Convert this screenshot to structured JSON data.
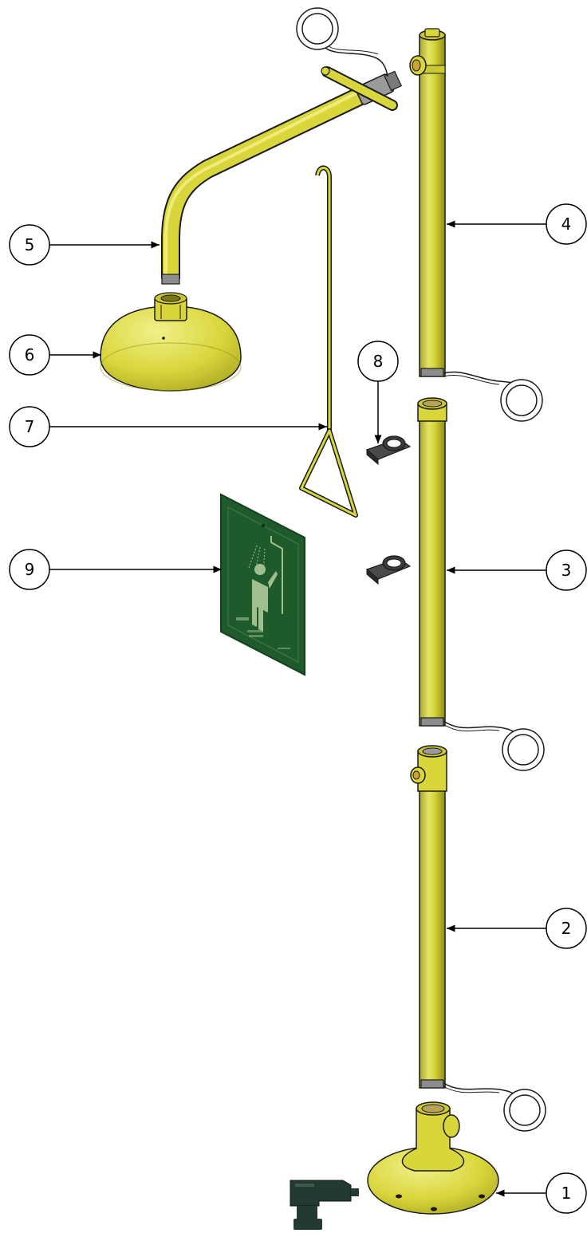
{
  "diagram": {
    "callouts": [
      {
        "id": "1",
        "label": "1"
      },
      {
        "id": "2",
        "label": "2"
      },
      {
        "id": "3",
        "label": "3"
      },
      {
        "id": "4",
        "label": "4"
      },
      {
        "id": "5",
        "label": "5"
      },
      {
        "id": "6",
        "label": "6"
      },
      {
        "id": "7",
        "label": "7"
      },
      {
        "id": "8",
        "label": "8"
      },
      {
        "id": "9",
        "label": "9"
      }
    ],
    "colors": {
      "part_fill": "#d8d63a",
      "part_light": "#eeec7a",
      "part_dark": "#9e9c1c",
      "outline": "#1a1a1a",
      "sign_green": "#1f5a2a",
      "sign_dark": "#153f1e",
      "sign_figure": "#9fbf8f",
      "metal_gray": "#8c8c8c",
      "tool_body": "#233a30"
    },
    "icons": [
      "drill-icon",
      "shower-sign-icon",
      "seal-ring-icon"
    ]
  }
}
